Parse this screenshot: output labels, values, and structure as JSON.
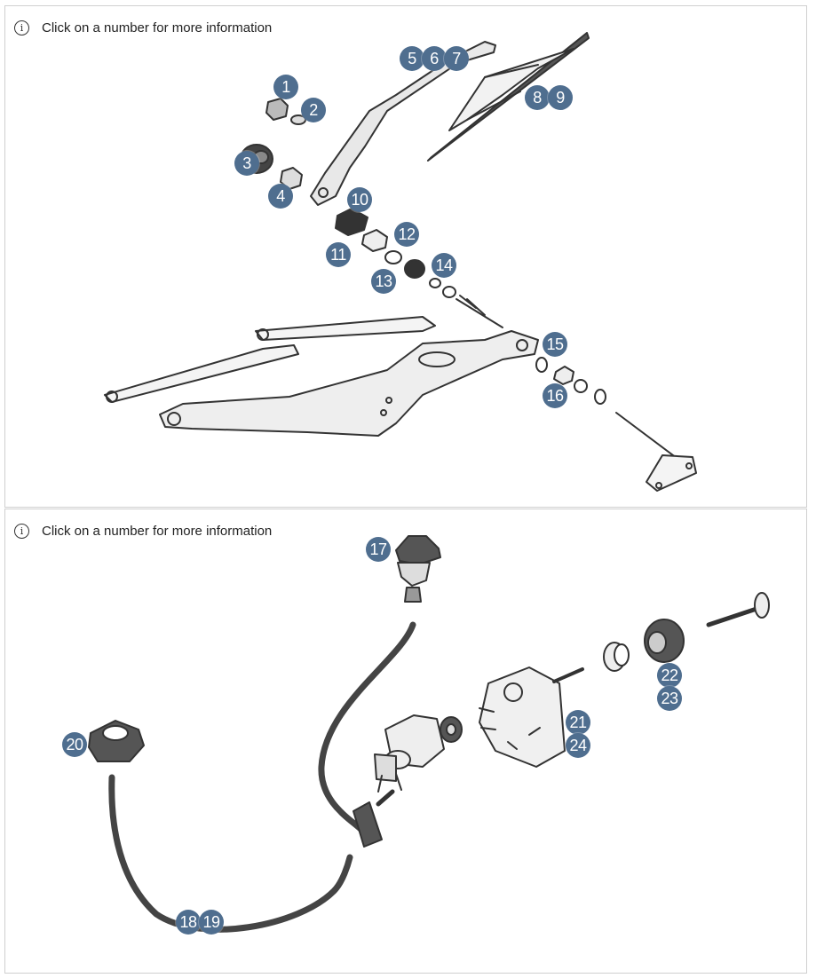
{
  "hint_text": "Click on a number for more information",
  "marker_color": "#4f6e8f",
  "part_markers": [
    "1",
    "2",
    "3",
    "4",
    "5",
    "6",
    "7",
    "8",
    "9",
    "10",
    "11",
    "12",
    "13",
    "14",
    "15",
    "16",
    "17",
    "18",
    "19",
    "20",
    "21",
    "22",
    "23",
    "24"
  ]
}
